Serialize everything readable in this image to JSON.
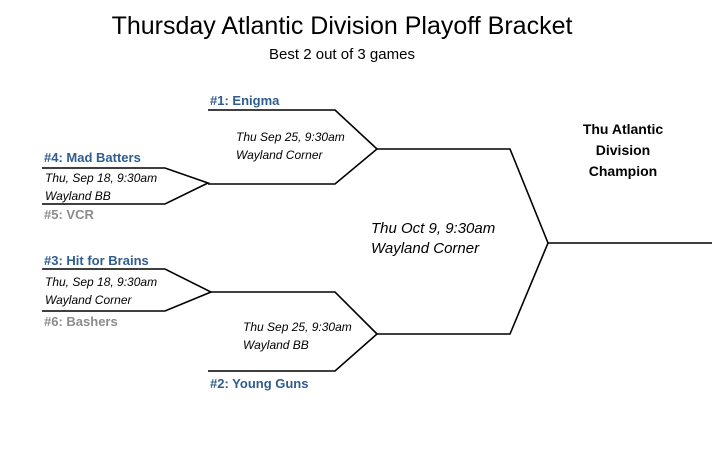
{
  "header": {
    "title": "Thursday Atlantic Division Playoff Bracket",
    "subtitle": "Best 2 out of 3 games"
  },
  "colors": {
    "seed_text": "#2f5d8f",
    "secondary_text": "#8c8c8c",
    "lines": "#000000"
  },
  "teams": {
    "seed1": "#1: Enigma",
    "seed4": "#4: Mad Batters",
    "seed5": "#5: VCR",
    "seed3": "#3: Hit for Brains",
    "seed6": "#6: Bashers",
    "seed2": "#2: Young Guns"
  },
  "games": {
    "r1_top": {
      "date": "Thu, Sep 18, 9:30am",
      "location": "Wayland BB"
    },
    "r1_bot": {
      "date": "Thu, Sep 18, 9:30am",
      "location": "Wayland Corner"
    },
    "semi_top": {
      "date": "Thu Sep 25, 9:30am",
      "location": "Wayland Corner"
    },
    "semi_bot": {
      "date": "Thu Sep 25, 9:30am",
      "location": "Wayland BB"
    },
    "final": {
      "date": "Thu Oct 9, 9:30am",
      "location": "Wayland Corner"
    }
  },
  "champion": {
    "line1": "Thu Atlantic",
    "line2": "Division",
    "line3": "Champion"
  }
}
